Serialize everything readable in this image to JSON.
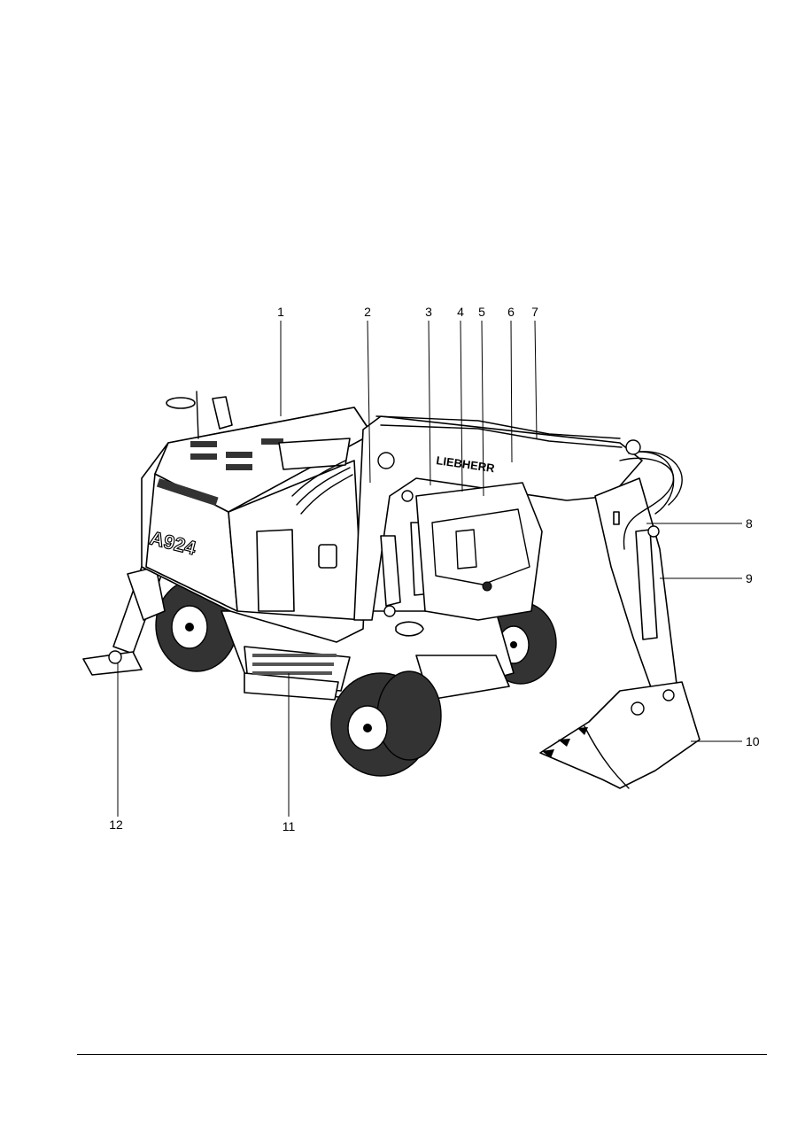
{
  "machine": {
    "brand_lettering": "LIEBHERR",
    "model_lettering": "A924"
  },
  "callouts": [
    {
      "id": 1,
      "label": "1"
    },
    {
      "id": 2,
      "label": "2"
    },
    {
      "id": 3,
      "label": "3"
    },
    {
      "id": 4,
      "label": "4"
    },
    {
      "id": 5,
      "label": "5"
    },
    {
      "id": 6,
      "label": "6"
    },
    {
      "id": 7,
      "label": "7"
    },
    {
      "id": 8,
      "label": "8"
    },
    {
      "id": 9,
      "label": "9"
    },
    {
      "id": 10,
      "label": "10"
    },
    {
      "id": 11,
      "label": "11"
    },
    {
      "id": 12,
      "label": "12"
    }
  ]
}
